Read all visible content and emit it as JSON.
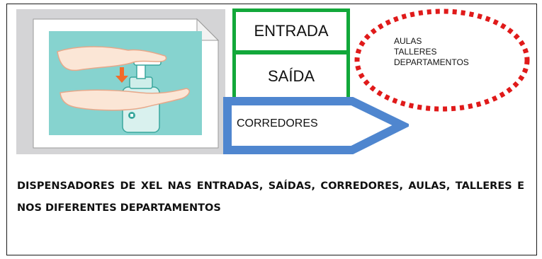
{
  "labels": {
    "entrada": "ENTRADA",
    "saida": "SAÍDA",
    "corredores": "CORREDORES"
  },
  "ellipse": {
    "lines": [
      "AULAS",
      "TALLERES",
      "DEPARTAMENTOS"
    ]
  },
  "caption": "DISPENSADORES DE XEL NAS ENTRADAS, SAÍDAS, CORREDORES, AULAS, TALLERES E NOS DIFERENTES DEPARTAMENTOS",
  "colors": {
    "green_border": "#12a83a",
    "blue_arrow": "#4f86cf",
    "red_ellipse": "#e01a1a",
    "teal_background": "#86d3cf"
  },
  "icons": {
    "illustration": "hand-sanitizer-icon"
  }
}
